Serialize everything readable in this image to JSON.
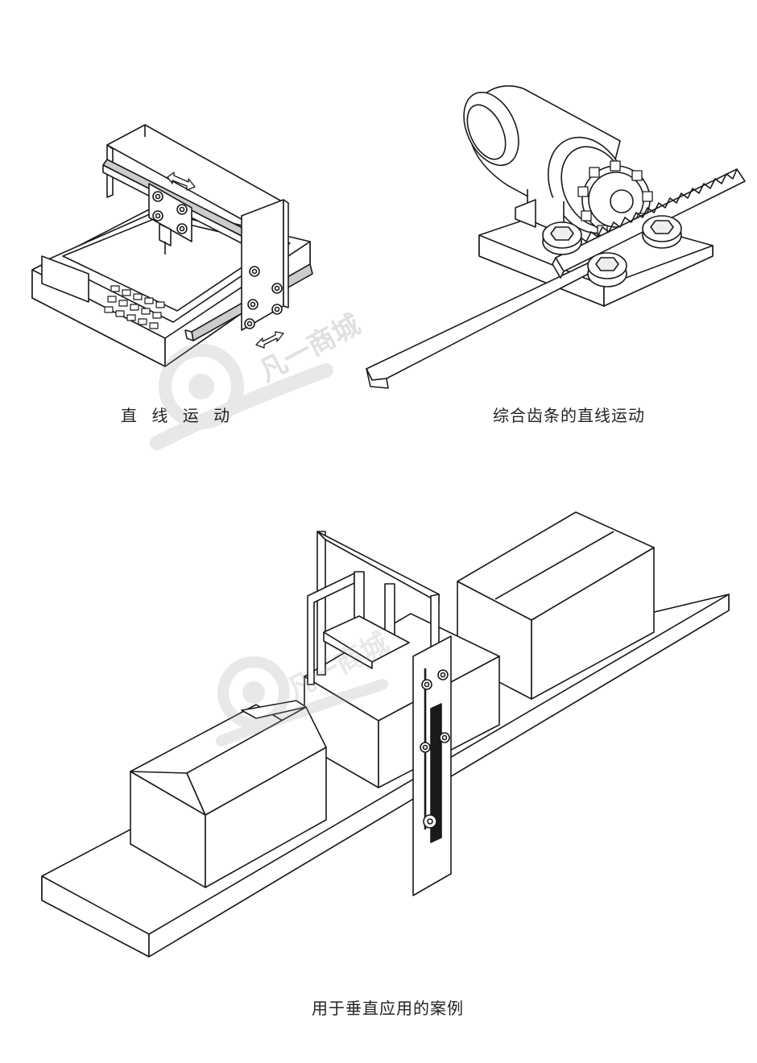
{
  "captions": {
    "linear_motion": "直 线 运 动",
    "rack_linear_motion": "综合齿条的直线运动",
    "vertical_application": "用于垂直应用的案例"
  },
  "watermark": {
    "text": "凡一商城"
  },
  "colors": {
    "line": "#1a1a1a",
    "fill": "#ffffff",
    "watermark": "#9a9a9a"
  }
}
